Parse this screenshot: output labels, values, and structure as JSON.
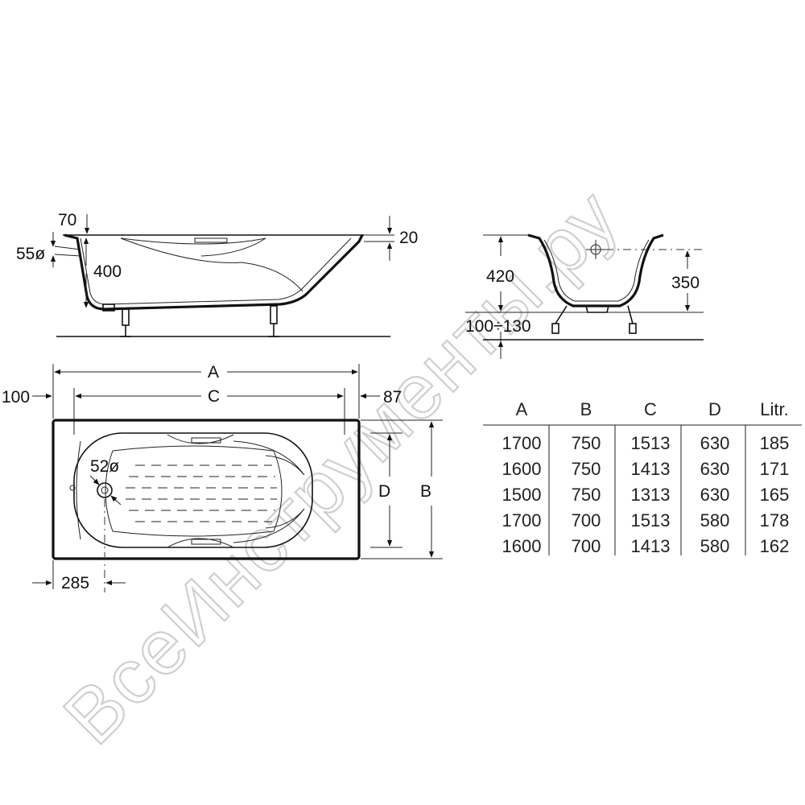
{
  "side_view": {
    "dims": [
      "70",
      "55ø",
      "400",
      "20"
    ]
  },
  "end_view": {
    "dims": [
      "420",
      "350",
      "100÷130"
    ]
  },
  "top_view": {
    "dims": [
      "A",
      "C",
      "100",
      "87",
      "52ø",
      "D",
      "B",
      "285"
    ]
  },
  "table": {
    "headers": [
      "A",
      "B",
      "C",
      "D",
      "Litr."
    ],
    "rows": [
      [
        "1700",
        "750",
        "1513",
        "630",
        "185"
      ],
      [
        "1600",
        "750",
        "1413",
        "630",
        "171"
      ],
      [
        "1500",
        "750",
        "1313",
        "630",
        "165"
      ],
      [
        "1700",
        "700",
        "1513",
        "580",
        "178"
      ],
      [
        "1600",
        "700",
        "1413",
        "580",
        "162"
      ]
    ]
  },
  "watermark": "ВсеИнструменты.ру"
}
